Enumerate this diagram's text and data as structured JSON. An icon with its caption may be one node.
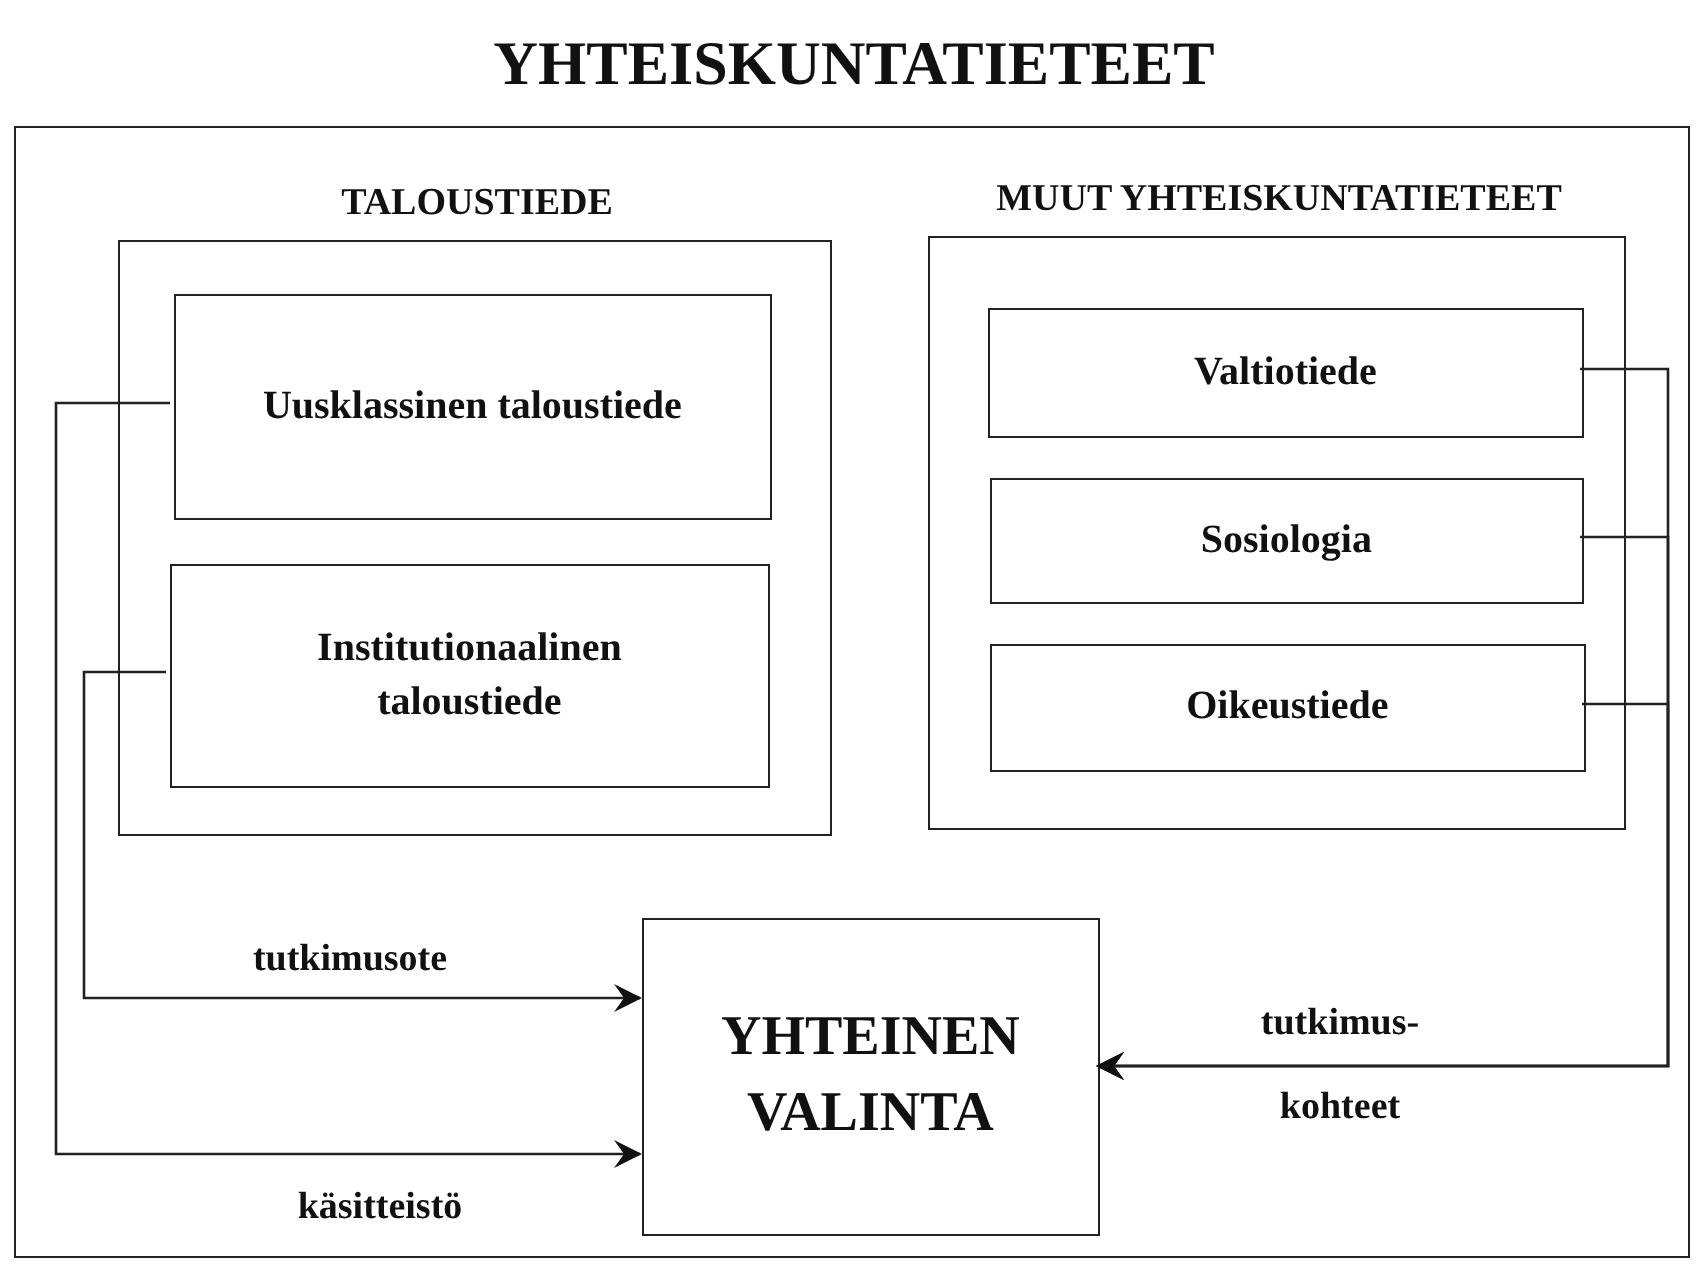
{
  "diagram": {
    "nodes": [
      {
        "text": [
          "YHTEISKUNTATIETEET"
        ]
      },
      {
        "text": [
          "TALOUSTIEDE"
        ],
        "in": 0
      },
      {
        "text": [
          "Uusklassinen taloustiede"
        ],
        "in": 1
      },
      {
        "text": [
          "Institutionaalinen taloustiede"
        ],
        "in": 1
      },
      {
        "text": [
          "MUUT YHTEISKUNTATIETEET"
        ],
        "in": 0
      },
      {
        "text": [
          "Valtiotiede"
        ],
        "in": 4
      },
      {
        "text": [
          "Sosiologia"
        ],
        "in": 4
      },
      {
        "text": [
          "Oikeustiede"
        ],
        "in": 4
      },
      {
        "text": [
          "YHTEINEN VALINTA"
        ],
        "in": 0
      }
    ],
    "edges": [
      {
        "from": 3,
        "to": 8,
        "arrow": "to",
        "label": "tutkimusote"
      },
      {
        "from": 2,
        "to": 8,
        "arrow": "to",
        "label": "käsitteistö"
      },
      {
        "from": 5,
        "to": 8,
        "arrow": "to",
        "label": "tutkimus- kohteet"
      },
      {
        "from": 6,
        "to": 8,
        "arrow": "to"
      },
      {
        "from": 7,
        "to": 8,
        "arrow": "to"
      }
    ]
  }
}
